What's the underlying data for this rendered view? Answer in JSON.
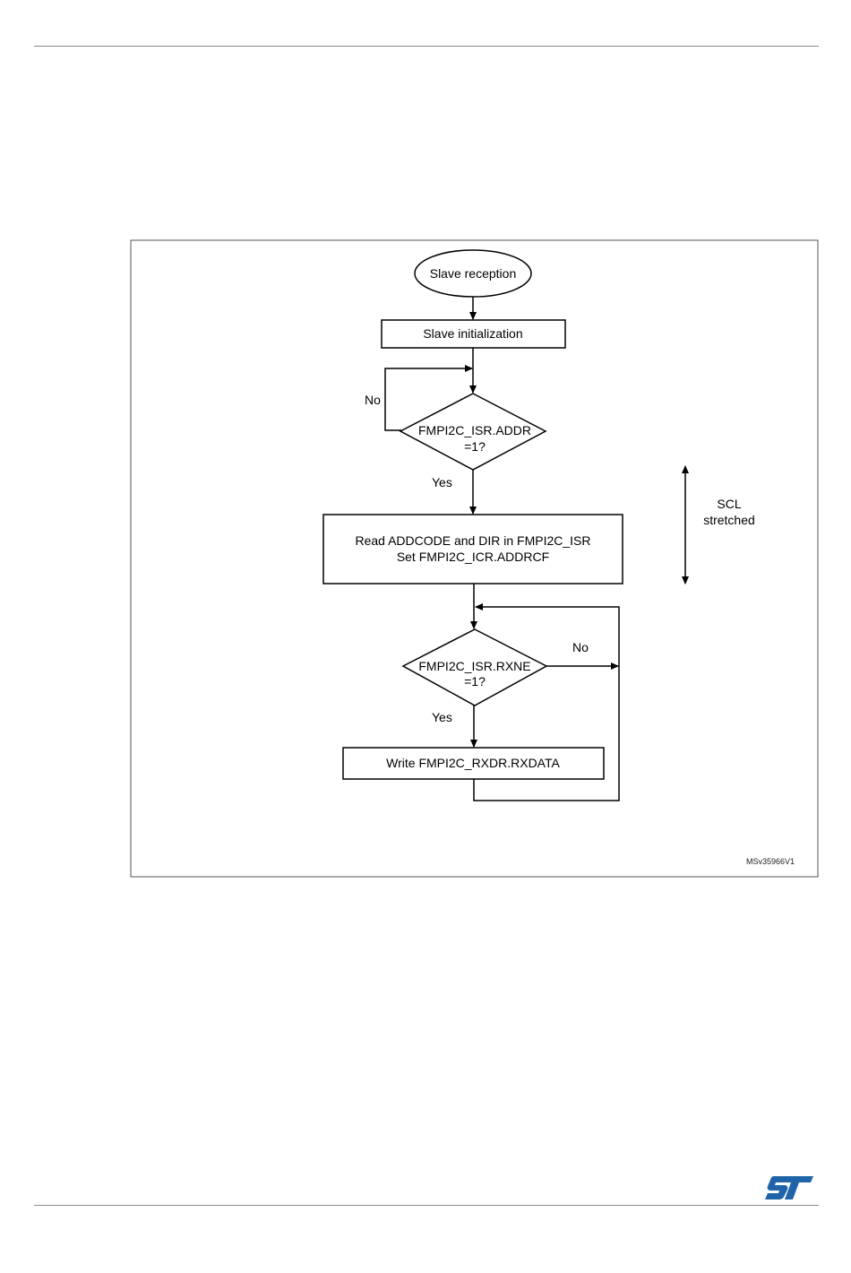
{
  "diagram": {
    "start": "Slave reception",
    "init": "Slave initialization",
    "decision_addr": {
      "line1": "FMPI2C_ISR.ADDR",
      "line2": "=1?"
    },
    "process_read": {
      "line1": "Read ADDCODE and DIR in FMPI2C_ISR",
      "line2": "Set FMPI2C_ICR.ADDRCF"
    },
    "decision_rxne": {
      "line1": "FMPI2C_ISR.RXNE",
      "line2": "=1?"
    },
    "write": "Write FMPI2C_RXDR.RXDATA",
    "labels": {
      "no_addr": "No",
      "yes_addr": "Yes",
      "no_rxne": "No",
      "yes_rxne": "Yes"
    },
    "scl_note": {
      "line1": "SCL",
      "line2": "stretched"
    },
    "figure_id": "MSv35966V1"
  },
  "colors": {
    "logo": "#1f64a8",
    "rule": "#8c8c8c"
  },
  "icons": {
    "logo": "st-logo"
  }
}
